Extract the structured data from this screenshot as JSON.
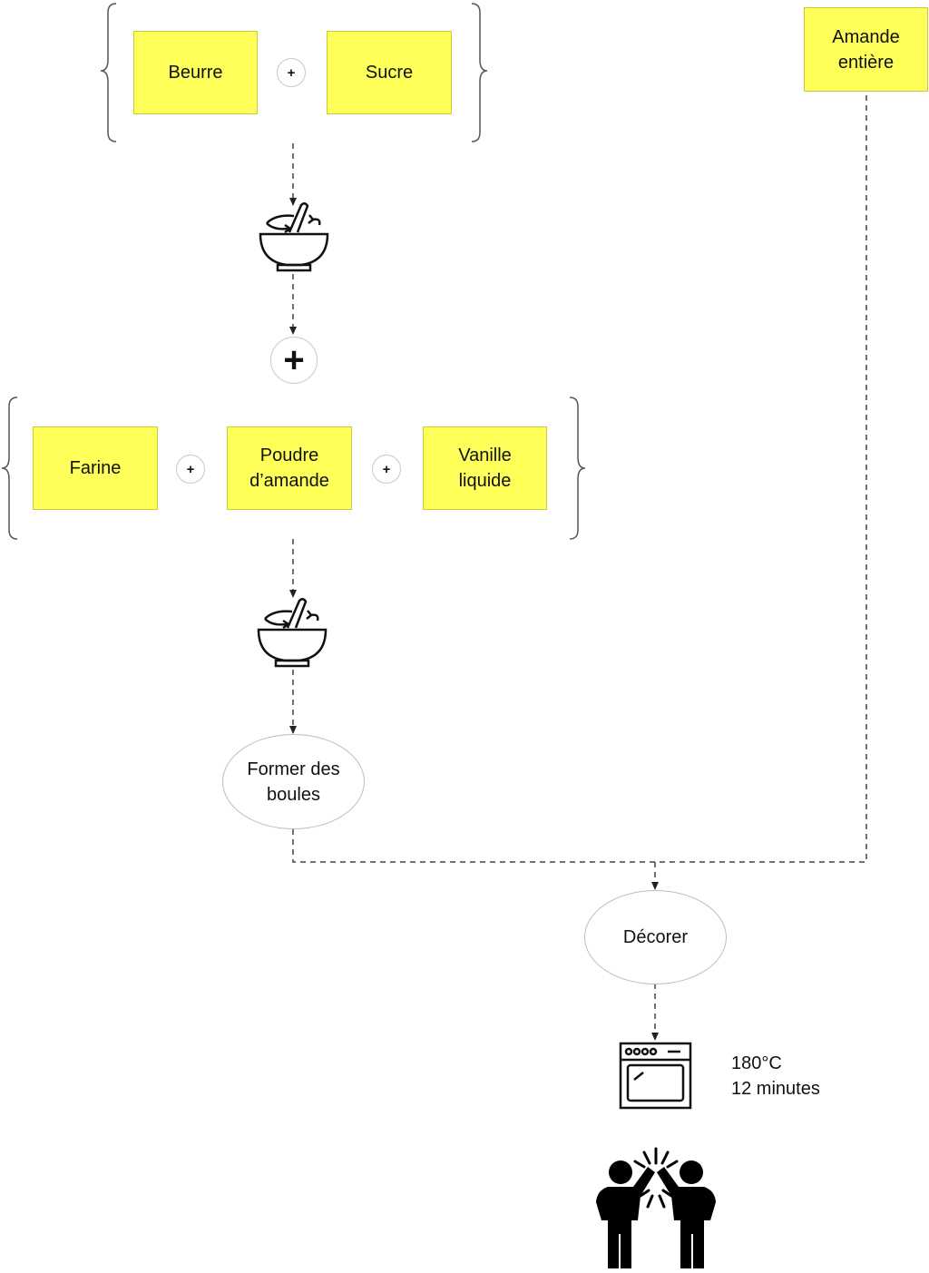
{
  "group1": {
    "ingredient_a": "Beurre",
    "plus_a": "+",
    "ingredient_b": "Sucre"
  },
  "big_plus": "+",
  "group2": {
    "ingredient_a": "Farine",
    "plus_a": "+",
    "ingredient_b": "Poudre\nd’amande",
    "plus_b": "+",
    "ingredient_c": "Vanille\nliquide"
  },
  "side_ingredient": "Amande\nentière",
  "step_shape": "Former des\nboules",
  "step_decorate": "Décorer",
  "oven_note": "180°C\n12 minutes",
  "icons": [
    "mixing-bowl-icon",
    "mixing-bowl-icon",
    "oven-icon",
    "high-five-icon"
  ],
  "colors": {
    "ingredient_fill": "#ffff5a",
    "line": "#444444"
  }
}
